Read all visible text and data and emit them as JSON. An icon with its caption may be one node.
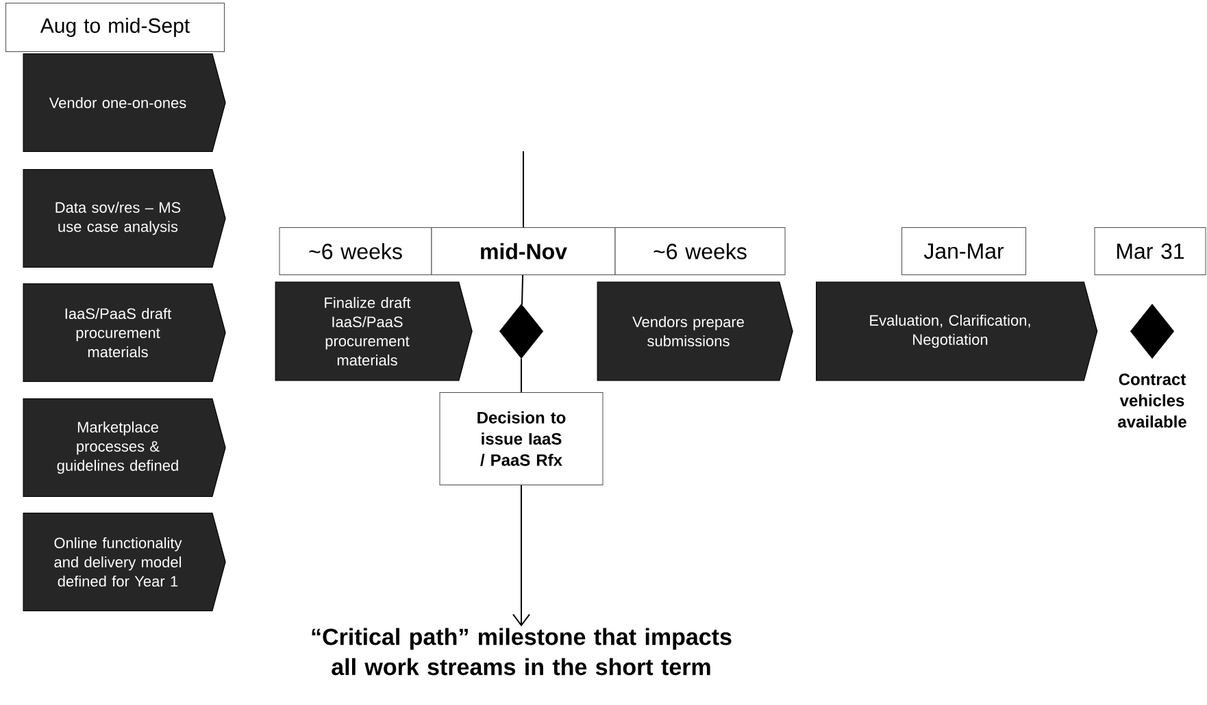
{
  "diagram": {
    "nodes": [
      {
        "text": [
          "Aug to mid-Sept"
        ]
      },
      {
        "text": [
          "Vendor one-on-ones"
        ]
      },
      {
        "text": [
          "Data sov/res – MS use case analysis"
        ]
      },
      {
        "text": [
          "IaaS/PaaS draft procurement materials"
        ]
      },
      {
        "text": [
          "Marketplace processes & guidelines defined"
        ]
      },
      {
        "text": [
          "Online functionality and delivery model defined for Year 1"
        ]
      },
      {
        "text": [
          "~6 weeks"
        ]
      },
      {
        "text": [
          "mid-Nov"
        ]
      },
      {
        "text": [
          "~6 weeks"
        ]
      },
      {
        "text": [
          "Jan-Mar"
        ]
      },
      {
        "text": [
          "Mar 31"
        ]
      },
      {
        "text": [
          "Finalize draft IaaS/PaaS procurement materials"
        ]
      },
      {
        "text": [],
        "shape": "diamond"
      },
      {
        "text": [
          "Vendors prepare submissions"
        ]
      },
      {
        "text": [
          "Evaluation, Clarification, Negotiation"
        ]
      },
      {
        "text": [],
        "shape": "diamond",
        "beside": [
          "Contract vehicles available"
        ]
      },
      {
        "text": [
          "Decision to issue IaaS / PaaS Rfx"
        ]
      },
      {
        "text": [
          "“Critical path” milestone that impacts all work streams in the short term"
        ]
      }
    ],
    "edges": [
      {
        "from": null,
        "to": 7,
        "arrow": "none"
      },
      {
        "from": 7,
        "to": 12,
        "arrow": "none"
      },
      {
        "from": 12,
        "to": 16,
        "arrow": "none"
      },
      {
        "from": 16,
        "to": 17,
        "arrow": "to"
      }
    ]
  }
}
